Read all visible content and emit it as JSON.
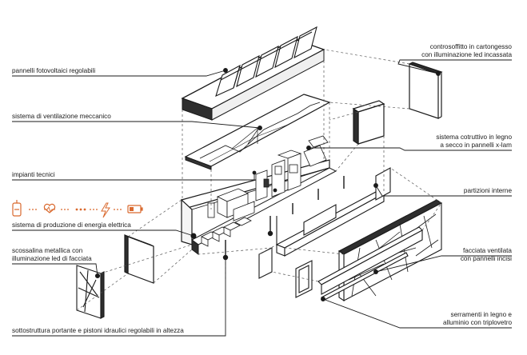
{
  "labels": {
    "pannelli_fotovoltaici": "pannelli fotovoltaici regolabili",
    "ventilazione": "sistema di ventilazione meccanico",
    "impianti": "impianti tecnici",
    "produzione_energia": "sistema di produzione di energia elettrica",
    "scossalina_1": "scossalina metallica con",
    "scossalina_2": "illuminazione led di facciata",
    "sottostruttura": "sottostruttura portante e pistoni idraulici regolabili in altezza",
    "controsoffitto_1": "controsoffitto in cartongesso",
    "controsoffitto_2": "con illuminazione led incassata",
    "costruttivo_1": "sistema cotruttivo in legno",
    "costruttivo_2": "a secco in pannelli x-lam",
    "partizioni": "partizioni interne",
    "facciata_1": "facciata ventilata",
    "facciata_2": "con pannelli incisi",
    "serramenti_1": "serramenti in legno e",
    "serramenti_2": "alluminio con triplovetro"
  },
  "colors": {
    "line": "#1a1a1a",
    "accent": "#d9692e",
    "dashed": "#555555",
    "fill_light": "#f2f2f2",
    "fill_dark": "#3a3a3a"
  },
  "icons": [
    "water-heater-icon",
    "heart-pulse-icon",
    "dots-icon",
    "plug-icon",
    "lightning-icon",
    "battery-icon"
  ]
}
